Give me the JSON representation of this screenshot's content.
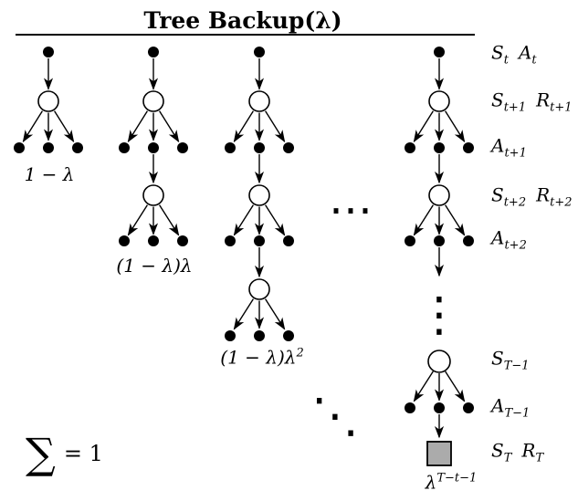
{
  "title": "Tree Backup(λ)",
  "rows": [
    {
      "a": "S",
      "a_sub": "t",
      "b": "A",
      "b_sub": "t"
    },
    {
      "a": "S",
      "a_sub": "t+1",
      "b": "R",
      "b_sub": "t+1"
    },
    {
      "a": "A",
      "a_sub": "t+1"
    },
    {
      "a": "S",
      "a_sub": "t+2",
      "b": "R",
      "b_sub": "t+2"
    },
    {
      "a": "A",
      "a_sub": "t+2"
    },
    {
      "a": "S",
      "a_sub": "T−1"
    },
    {
      "a": "A",
      "a_sub": "T−1"
    },
    {
      "a": "S",
      "a_sub": "T",
      "b": "R",
      "b_sub": "T"
    }
  ],
  "weights": {
    "tree1": "1 − λ",
    "tree2": "(1 − λ)λ",
    "tree3_base": "(1 − λ)λ",
    "tree3_sup": "2",
    "tree4_base": "λ",
    "tree4_sup": "T−t−1"
  },
  "sum": {
    "sigma": "∑",
    "equation": "= 1"
  },
  "ellipses": {
    "horizontal": "⋯",
    "vertical": "⋮",
    "diagonal": "⋱"
  },
  "colors": {
    "ink": "#000000",
    "terminal_fill": "#ababab",
    "background": "#ffffff"
  }
}
